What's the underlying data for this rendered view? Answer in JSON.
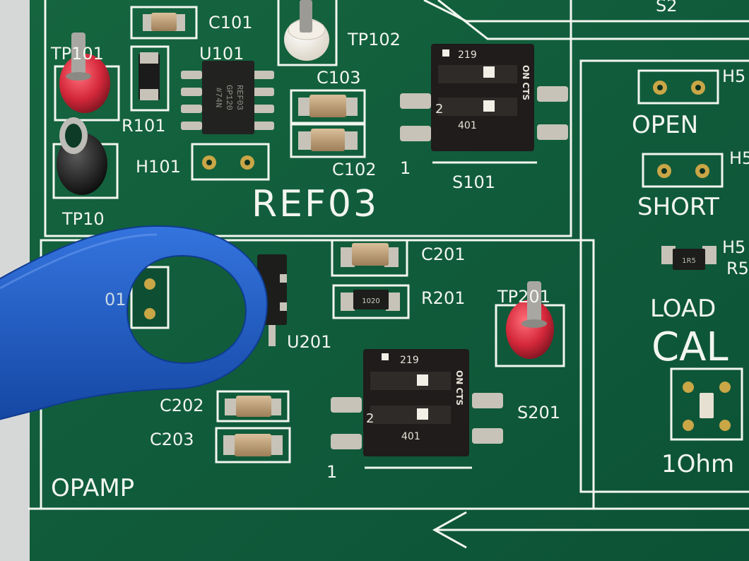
{
  "colors": {
    "board": "#0f5a3c",
    "silkscreen": "#f2f6ee",
    "pad": "#c7c3b8",
    "tool_blue": "#1f5fc9",
    "testpoint_red": "#d4283a",
    "testpoint_black": "#1a1a1a"
  },
  "labels": {
    "c101": "C101",
    "tp102": "TP102",
    "u101": "U101",
    "c103": "C103",
    "r101": "R101",
    "h101": "H101",
    "c102": "C102",
    "one_top": "1",
    "s101": "S101",
    "ref03": "REF03",
    "tp101_partial": "TP101",
    "tp103_partial": "TP10",
    "s2": "S2",
    "open": "OPEN",
    "short": "SHORT",
    "h5a": "H5",
    "h5b": "H5",
    "h5c": "H5",
    "r5": "R5",
    "load": "LOAD",
    "cal": "CAL",
    "ohm": "1Ohm",
    "c201": "C201",
    "r201": "R201",
    "tp201": "TP201",
    "u201": "U201",
    "s201": "S201",
    "c202": "C202",
    "c203": "C203",
    "one_bottom": "1",
    "opamp": "OPAMP",
    "u201_partial": "01"
  },
  "chip_marks": {
    "u101_line1": "REF03",
    "u101_line2": "GP120",
    "u101_line3": "#74N",
    "r201_value": "1020",
    "r5_value": "1R5"
  },
  "switch_marks": {
    "s101_code_top": "219",
    "s101_code_bottom": "401",
    "s101_on": "ON CTS",
    "s101_num": "2",
    "s201_code_top": "219",
    "s201_code_bottom": "401",
    "s201_on": "ON CTS",
    "s201_num": "2"
  }
}
